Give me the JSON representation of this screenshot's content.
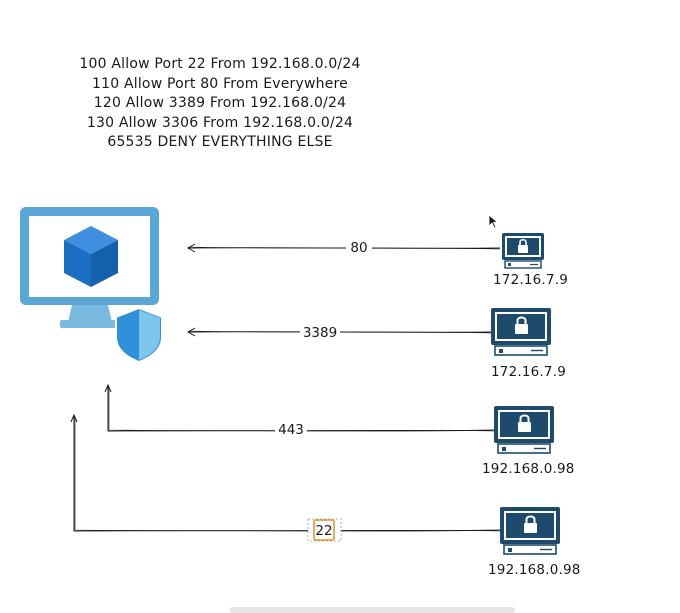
{
  "rules": [
    "100 Allow Port 22 From 192.168.0.0/24",
    "110 Allow Port 80 From Everywhere",
    "120 Allow 3389 From 192.168.0/24",
    "130 Allow 3306 From 192.168.0.0/24",
    "65535 DENY EVERYTHING ELSE"
  ],
  "connections": [
    {
      "port": "80",
      "source_ip": "172.16.7.9"
    },
    {
      "port": "3389",
      "source_ip": "172.16.7.9"
    },
    {
      "port": "443",
      "source_ip": "192.168.0.98"
    },
    {
      "port": "22",
      "source_ip": "192.168.0.98",
      "selected": true
    }
  ],
  "icons": {
    "target": "virtual-machine-icon",
    "shield": "shield-icon",
    "client": "locked-computer-icon"
  },
  "colors": {
    "vm_frame": "#5aa6d6",
    "vm_stand": "#7ab9e0",
    "cube": "#1b6ec2",
    "shield": "#2f8fd8",
    "client_dark": "#1e4a6b",
    "selection": "#e0902a"
  }
}
